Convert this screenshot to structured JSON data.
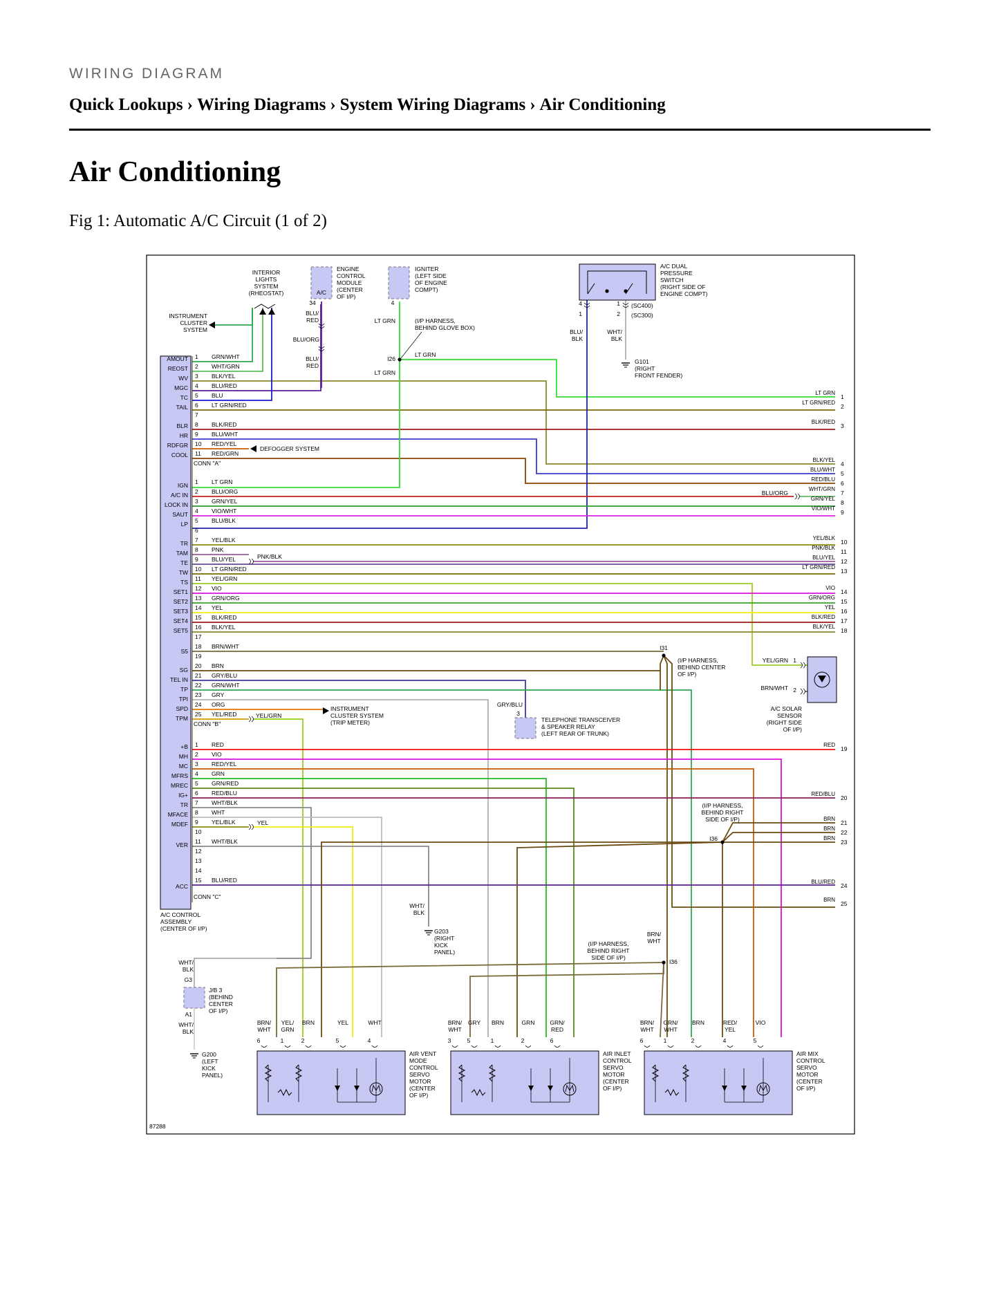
{
  "header": {
    "kicker": "WIRING DIAGRAM",
    "breadcrumb": [
      "Quick Lookups",
      "Wiring Diagrams",
      "System Wiring Diagrams",
      "Air Conditioning"
    ],
    "separator": "›"
  },
  "page_title": "Air Conditioning",
  "figure_caption": "Fig 1: Automatic A/C Circuit (1 of 2)",
  "diagram": {
    "figure_id": "87288",
    "colors": {
      "component_fill": "#c8c8f5",
      "frame": "#000000"
    },
    "components": {
      "interior_lights": [
        "INTERIOR",
        "LIGHTS",
        "SYSTEM",
        "(RHEOSTAT)"
      ],
      "ecm": [
        "ENGINE",
        "CONTROL",
        "MODULE",
        "(CENTER",
        "OF I/P)"
      ],
      "ecm_pin": "A/C",
      "igniter": [
        "IGNITER",
        "(LEFT SIDE",
        "OF ENGINE",
        "COMPT)"
      ],
      "pressure_switch": [
        "A/C DUAL",
        "PRESSURE",
        "SWITCH",
        "(RIGHT SIDE OF",
        "ENGINE COMPT)"
      ],
      "instrument_cluster": [
        "INSTRUMENT",
        "CLUSTER",
        "SYSTEM"
      ],
      "defogger": "DEFOGGER SYSTEM",
      "trip_meter": [
        "INSTRUMENT",
        "CLUSTER SYSTEM",
        "(TRIP METER)"
      ],
      "telephone": [
        "TELEPHONE TRANSCEIVER",
        "& SPEAKER RELAY",
        "(LEFT REAR OF TRUNK)"
      ],
      "solar_sensor": [
        "A/C SOLAR",
        "SENSOR",
        "(RIGHT SIDE",
        "OF I/P)"
      ],
      "control_assembly": [
        "A/C CONTROL",
        "ASSEMBLY",
        "(CENTER OF I/P)"
      ],
      "jb3": [
        "J/B 3",
        "(BEHIND",
        "CENTER",
        "OF I/P)"
      ],
      "vent_motor": [
        "AIR VENT",
        "MODE",
        "CONTROL",
        "SERVO",
        "MOTOR",
        "(CENTER",
        "OF I/P)"
      ],
      "inlet_motor": [
        "AIR INLET",
        "CONTROL",
        "SERVO",
        "MOTOR",
        "(CENTER",
        "OF I/P)"
      ],
      "mix_motor": [
        "AIR MIX",
        "CONTROL",
        "SERVO",
        "MOTOR",
        "(CENTER",
        "OF I/P)"
      ]
    },
    "grounds": {
      "g101": [
        "G101",
        "(RIGHT",
        "FRONT FENDER)"
      ],
      "g203": [
        "G203",
        "(RIGHT",
        "KICK",
        "PANEL)"
      ],
      "g200": [
        "G200",
        "(LEFT",
        "KICK",
        "PANEL)"
      ]
    },
    "splices": {
      "i26": "I26",
      "i31": "I31",
      "i36a": "I36",
      "i36b": "I36",
      "i31_note": [
        "(I/P HARNESS,",
        "BEHIND CENTER",
        "OF I/P)"
      ],
      "i36_note": [
        "(I/P HARNESS,",
        "BEHIND RIGHT",
        "SIDE OF I/P)"
      ],
      "i36_note2": [
        "(I/P HARNESS,",
        "BEHIND RIGHT",
        "SIDE OF I/P)"
      ],
      "glovebox_note": [
        "(I/P HARNESS,",
        "BEHIND GLOVE BOX)"
      ]
    },
    "connector_labels": [
      "CONN \"A\"",
      "CONN \"B\"",
      "CONN \"C\""
    ],
    "pin_names": [
      "AMOUT",
      "REOST",
      "WV",
      "MGC",
      "TC",
      "TAIL",
      "BLR",
      "HR",
      "RDFGR",
      "COOL",
      "IGN",
      "A/C IN",
      "LOCK IN",
      "SAUT",
      "LP",
      "TR",
      "TAM",
      "TE",
      "TW",
      "TS",
      "SET1",
      "SET2",
      "SET3",
      "SET4",
      "SET5",
      "S5",
      "SG",
      "TEL IN",
      "TP",
      "TPI",
      "SPD",
      "TPM",
      "+B",
      "MH",
      "MC",
      "MFRS",
      "MREC",
      "IG+",
      "TR",
      "MFACE",
      "MDEF",
      "VER",
      "ACC"
    ],
    "conn_a_wires": [
      {
        "pin": "1",
        "label": "GRN/WHT"
      },
      {
        "pin": "2",
        "label": "WHT/GRN"
      },
      {
        "pin": "3",
        "label": "BLK/YEL"
      },
      {
        "pin": "4",
        "label": "BLU/RED"
      },
      {
        "pin": "5",
        "label": "BLU"
      },
      {
        "pin": "6",
        "label": "LT GRN/RED"
      },
      {
        "pin": "7",
        "label": ""
      },
      {
        "pin": "8",
        "label": "BLK/RED"
      },
      {
        "pin": "9",
        "label": "BLU/WHT"
      },
      {
        "pin": "10",
        "label": "RED/YEL"
      },
      {
        "pin": "11",
        "label": "RED/GRN"
      }
    ],
    "conn_b_wires": [
      {
        "pin": "1",
        "label": "LT GRN"
      },
      {
        "pin": "2",
        "label": "BLU/ORG"
      },
      {
        "pin": "3",
        "label": "GRN/YEL"
      },
      {
        "pin": "4",
        "label": "VIO/WHT"
      },
      {
        "pin": "5",
        "label": "BLU/BLK"
      },
      {
        "pin": "6",
        "label": ""
      },
      {
        "pin": "7",
        "label": "YEL/BLK"
      },
      {
        "pin": "8",
        "label": "PNK"
      },
      {
        "pin": "9",
        "label": "BLU/YEL"
      },
      {
        "pin": "10",
        "label": "LT GRN/RED"
      },
      {
        "pin": "11",
        "label": "YEL/GRN"
      },
      {
        "pin": "12",
        "label": "VIO"
      },
      {
        "pin": "13",
        "label": "GRN/ORG"
      },
      {
        "pin": "14",
        "label": "YEL"
      },
      {
        "pin": "15",
        "label": "BLK/RED"
      },
      {
        "pin": "16",
        "label": "BLK/YEL"
      },
      {
        "pin": "17",
        "label": ""
      },
      {
        "pin": "18",
        "label": "BRN/WHT"
      },
      {
        "pin": "19",
        "label": ""
      },
      {
        "pin": "20",
        "label": "BRN"
      },
      {
        "pin": "21",
        "label": "GRY/BLU"
      },
      {
        "pin": "22",
        "label": "GRN/WHT"
      },
      {
        "pin": "23",
        "label": "GRY"
      },
      {
        "pin": "24",
        "label": "ORG"
      },
      {
        "pin": "25",
        "label": "YEL/RED"
      }
    ],
    "conn_c_wires": [
      {
        "pin": "1",
        "label": "RED"
      },
      {
        "pin": "2",
        "label": "VIO"
      },
      {
        "pin": "3",
        "label": "RED/YEL"
      },
      {
        "pin": "4",
        "label": "GRN"
      },
      {
        "pin": "5",
        "label": "GRN/RED"
      },
      {
        "pin": "6",
        "label": "RED/BLU"
      },
      {
        "pin": "7",
        "label": "WHT/BLK"
      },
      {
        "pin": "8",
        "label": "WHT"
      },
      {
        "pin": "9",
        "label": "YEL/BLK"
      },
      {
        "pin": "10",
        "label": ""
      },
      {
        "pin": "11",
        "label": "WHT/BLK"
      },
      {
        "pin": "12",
        "label": ""
      },
      {
        "pin": "13",
        "label": ""
      },
      {
        "pin": "14",
        "label": ""
      },
      {
        "pin": "15",
        "label": "BLU/RED"
      }
    ],
    "right_edge": [
      {
        "num": "1",
        "label": "LT GRN"
      },
      {
        "num": "2",
        "label": "LT GRN/RED"
      },
      {
        "num": "3",
        "label": "BLK/RED"
      },
      {
        "num": "4",
        "label": "BLK/YEL"
      },
      {
        "num": "5",
        "label": "BLU/WHT"
      },
      {
        "num": "6",
        "label": "RED/BLU"
      },
      {
        "num": "7",
        "label": "WHT/GRN"
      },
      {
        "num": "8",
        "label": "GRN/YEL"
      },
      {
        "num": "9",
        "label": "VIO/WHT"
      },
      {
        "num": "10",
        "label": "YEL/BLK"
      },
      {
        "num": "11",
        "label": "PNK/BLK"
      },
      {
        "num": "12",
        "label": "BLU/YEL"
      },
      {
        "num": "13",
        "label": "LT GRN/RED"
      },
      {
        "num": "14",
        "label": "VIO"
      },
      {
        "num": "15",
        "label": "GRN/ORG"
      },
      {
        "num": "16",
        "label": "YEL"
      },
      {
        "num": "17",
        "label": "BLK/RED"
      },
      {
        "num": "18",
        "label": "BLK/YEL"
      },
      {
        "num": "19",
        "label": "RED"
      },
      {
        "num": "20",
        "label": "RED/BLU"
      },
      {
        "num": "21",
        "label": "BRN"
      },
      {
        "num": "22",
        "label": "BRN"
      },
      {
        "num": "23",
        "label": "BRN"
      },
      {
        "num": "24",
        "label": "BLU/RED"
      },
      {
        "num": "25",
        "label": "BRN"
      }
    ],
    "wire_labels": {
      "ecm_blu_red": [
        "BLU/",
        "RED"
      ],
      "ecm_blu_org": "BLU/ORG",
      "ecm_blu_red2": [
        "BLU/",
        "RED"
      ],
      "ecm_pin": "34",
      "igniter_pin": "4",
      "igniter_wire": "LT GRN",
      "i26_out": "LT GRN",
      "i26_in": "LT GRN",
      "ps_pin4": "4",
      "ps_pin1": "1",
      "ps_pin1b": "1",
      "ps_pin2": "2",
      "sc400": "(SC400)",
      "sc300": "(SC300)",
      "ps_blu_blk": [
        "BLU/",
        "BLK"
      ],
      "ps_wht_blk": [
        "WHT/",
        "BLK"
      ],
      "blu_org_splice": "BLU/ORG",
      "pnk_blk": "PNK/BLK",
      "yel_grn": "YEL/GRN",
      "yel": "YEL",
      "gry_blu": "GRY/BLU",
      "tel_pin": "3",
      "solar_yel_grn": "YEL/GRN",
      "solar_pin1": "1",
      "solar_brn_wht": "BRN/WHT",
      "solar_pin2": "2",
      "g203_wire": [
        "WHT/",
        "BLK"
      ],
      "jb3_top": [
        "WHT/",
        "BLK"
      ],
      "jb3_g3": "G3",
      "jb3_a1": "A1",
      "jb3_bottom": [
        "WHT/",
        "BLK"
      ],
      "i36_brn_wht": [
        "BRN/",
        "WHT"
      ]
    },
    "motor_wires": {
      "vent": [
        {
          "pin": "6",
          "label": [
            "BRN/",
            "WHT"
          ]
        },
        {
          "pin": "1",
          "label": [
            "YEL/",
            "GRN"
          ]
        },
        {
          "pin": "2",
          "label": [
            "BRN"
          ]
        },
        {
          "pin": "5",
          "label": [
            "YEL"
          ]
        },
        {
          "pin": "4",
          "label": [
            "WHT"
          ]
        }
      ],
      "inlet": [
        {
          "pin": "3",
          "label": [
            "BRN/",
            "WHT"
          ]
        },
        {
          "pin": "5",
          "label": [
            "GRY"
          ]
        },
        {
          "pin": "1",
          "label": [
            "BRN"
          ]
        },
        {
          "pin": "2",
          "label": [
            "GRN"
          ]
        },
        {
          "pin": "6",
          "label": [
            "GRN/",
            "RED"
          ]
        }
      ],
      "mix": [
        {
          "pin": "6",
          "label": [
            "BRN/",
            "WHT"
          ]
        },
        {
          "pin": "1",
          "label": [
            "GRN/",
            "WHT"
          ]
        },
        {
          "pin": "2",
          "label": [
            "BRN"
          ]
        },
        {
          "pin": "4",
          "label": [
            "RED/",
            "YEL"
          ]
        },
        {
          "pin": "5",
          "label": [
            "VIO"
          ]
        }
      ]
    }
  }
}
